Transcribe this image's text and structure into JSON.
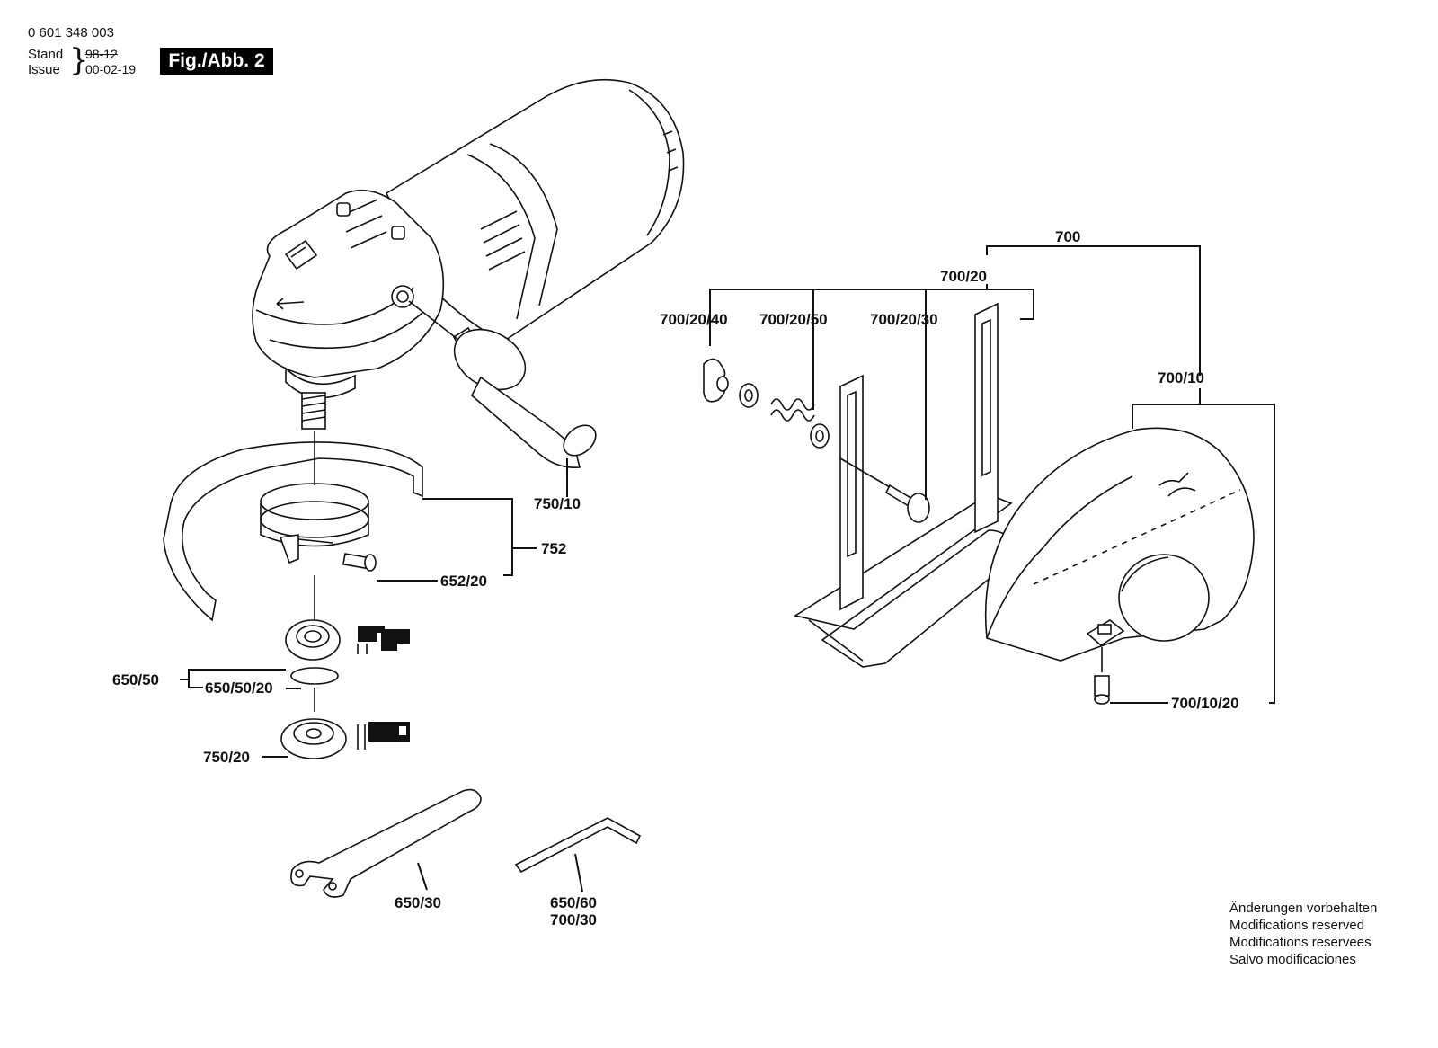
{
  "header": {
    "document_number": "0 601 348 003",
    "stand_label": "Stand",
    "issue_label": "Issue",
    "old_date": "98-12",
    "issue_date": "00-02-19",
    "figure_badge": "Fig./Abb. 2"
  },
  "parts": {
    "p700": "700",
    "p700_20": "700/20",
    "p700_20_40": "700/20/40",
    "p700_20_50": "700/20/50",
    "p700_20_30": "700/20/30",
    "p700_10": "700/10",
    "p700_10_20": "700/10/20",
    "p750_10": "750/10",
    "p752": "752",
    "p652_20": "652/20",
    "p650_50": "650/50",
    "p650_50_20": "650/50/20",
    "p750_20": "750/20",
    "p650_30": "650/30",
    "p650_60": "650/60",
    "p700_30": "700/30"
  },
  "notes": [
    "Änderungen vorbehalten",
    "Modifications reserved",
    "Modifications reservees",
    "Salvo modificaciones"
  ]
}
